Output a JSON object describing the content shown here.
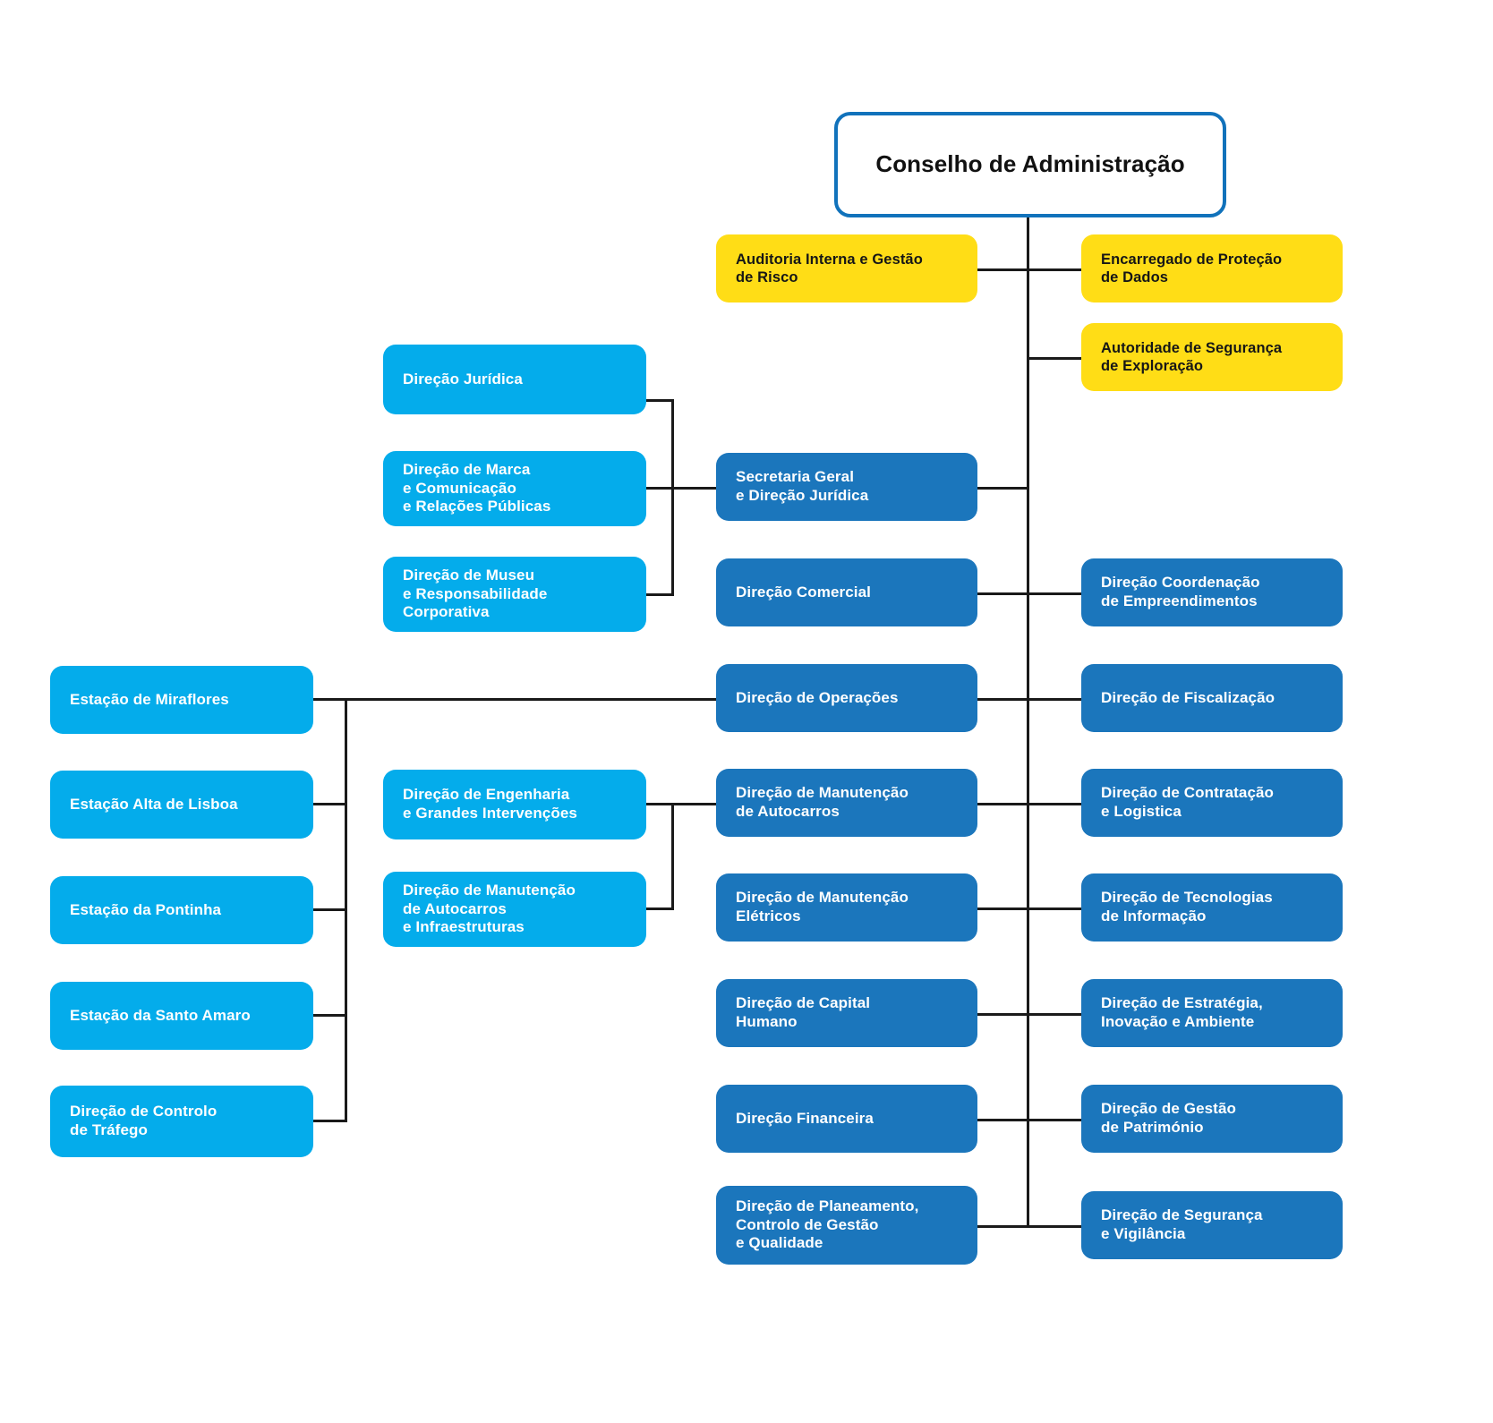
{
  "chart_title": "Conselho de Administração",
  "colors": {
    "root_border": "#1172bb",
    "root_fill": "#ffffff",
    "yellow": "#ffdd16",
    "dark_blue": "#1b76bc",
    "light_blue": "#04aceb",
    "connector": "#1a1a1a",
    "background": "#ffffff"
  },
  "root": {
    "label": "Conselho de Administração"
  },
  "staff_units": [
    {
      "label": "Auditoria Interna e Gestão\nde Risco",
      "color": "yellow",
      "side": "left"
    },
    {
      "label": "Encarregado de Proteção\nde Dados",
      "color": "yellow",
      "side": "right"
    },
    {
      "label": "Autoridade de Segurança\nde Exploração",
      "color": "yellow",
      "side": "right"
    }
  ],
  "center_column": [
    {
      "label": "Secretaria Geral\ne Direção Jurídica",
      "color": "dark_blue"
    },
    {
      "label": "Direção Comercial",
      "color": "dark_blue"
    },
    {
      "label": "Direção de Operações",
      "color": "dark_blue"
    },
    {
      "label": "Direção de Manutenção\nde Autocarros",
      "color": "dark_blue"
    },
    {
      "label": "Direção de Manutenção\nElétricos",
      "color": "dark_blue"
    },
    {
      "label": "Direção de Capital\nHumano",
      "color": "dark_blue"
    },
    {
      "label": "Direção Financeira",
      "color": "dark_blue"
    },
    {
      "label": "Direção de Planeamento,\nControlo de Gestão\ne Qualidade",
      "color": "dark_blue"
    }
  ],
  "right_column": [
    {
      "label": "Direção Coordenação\nde Empreendimentos",
      "color": "dark_blue"
    },
    {
      "label": "Direção de Fiscalização",
      "color": "dark_blue"
    },
    {
      "label": "Direção de Contratação\ne Logistica",
      "color": "dark_blue"
    },
    {
      "label": "Direção de Tecnologias\nde Informação",
      "color": "dark_blue"
    },
    {
      "label": "Direção de Estratégia,\nInovação e Ambiente",
      "color": "dark_blue"
    },
    {
      "label": "Direção de Gestão\nde Património",
      "color": "dark_blue"
    },
    {
      "label": "Direção de Segurança\ne Vigilância",
      "color": "dark_blue"
    }
  ],
  "secretaria_children": [
    {
      "label": "Direção Jurídica",
      "color": "light_blue"
    },
    {
      "label": "Direção de Marca\ne Comunicação\ne Relações Públicas",
      "color": "light_blue"
    },
    {
      "label": "Direção de Museu\ne Responsabilidade\nCorporativa",
      "color": "light_blue"
    }
  ],
  "maintenance_children": [
    {
      "label": "Direção de Engenharia\ne Grandes Intervenções",
      "color": "light_blue"
    },
    {
      "label": "Direção de Manutenção\nde Autocarros\ne Infraestruturas",
      "color": "light_blue"
    }
  ],
  "operations_children": [
    {
      "label": "Estação de Miraflores",
      "color": "light_blue"
    },
    {
      "label": "Estação Alta de Lisboa",
      "color": "light_blue"
    },
    {
      "label": "Estação da Pontinha",
      "color": "light_blue"
    },
    {
      "label": "Estação da Santo Amaro",
      "color": "light_blue"
    },
    {
      "label": "Direção de Controlo\nde Tráfego",
      "color": "light_blue"
    }
  ]
}
